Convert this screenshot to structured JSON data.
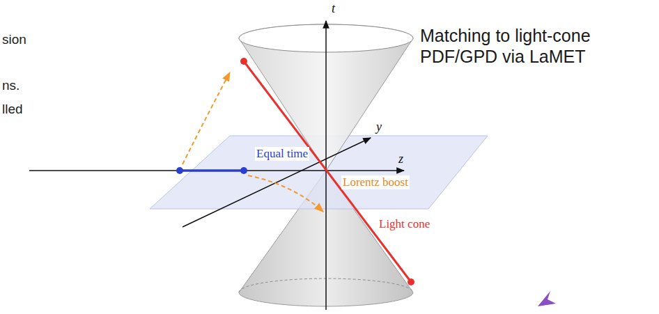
{
  "diagram": {
    "labels": [
      "sion",
      "ns.",
      "lled",
      "t",
      "Matching to light-cone PDF/GPD via LaMET",
      "y",
      "Equal time",
      "z",
      "Lorentz boost",
      "Light cone"
    ]
  }
}
